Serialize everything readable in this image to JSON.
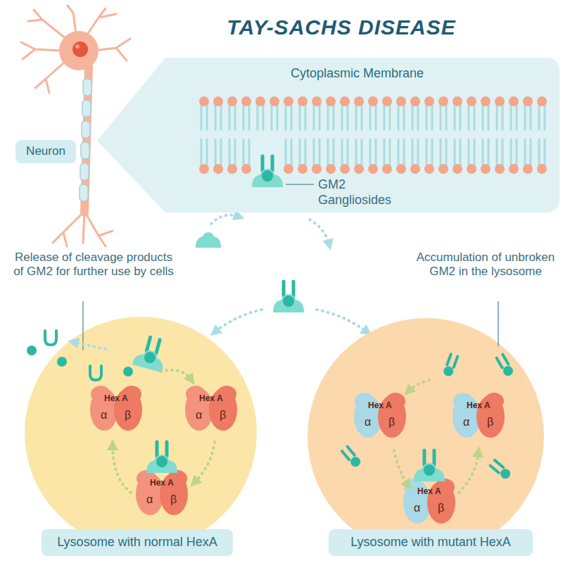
{
  "diagram": {
    "title": "TAY-SACHS DISEASE",
    "nodes": [
      {
        "text": [
          "Neuron"
        ]
      },
      {
        "text": [
          "Cytoplasmic Membrane"
        ]
      },
      {
        "text": [
          "Lysosome with normal HexA"
        ]
      },
      {
        "text": [
          "Lysosome with mutant HexA"
        ]
      }
    ],
    "labels": [
      "GM2 Gangliosides",
      "Release of cleavage products of GM2 for further use by cells",
      "Accumulation of unbroken GM2 in the lysosome",
      "Hex A",
      "α",
      "β",
      "Hex A",
      "α",
      "β",
      "Hex A",
      "α",
      "β",
      "Hex A",
      "α",
      "β",
      "Hex A",
      "α",
      "β",
      "Hex A",
      "α",
      "β"
    ]
  }
}
